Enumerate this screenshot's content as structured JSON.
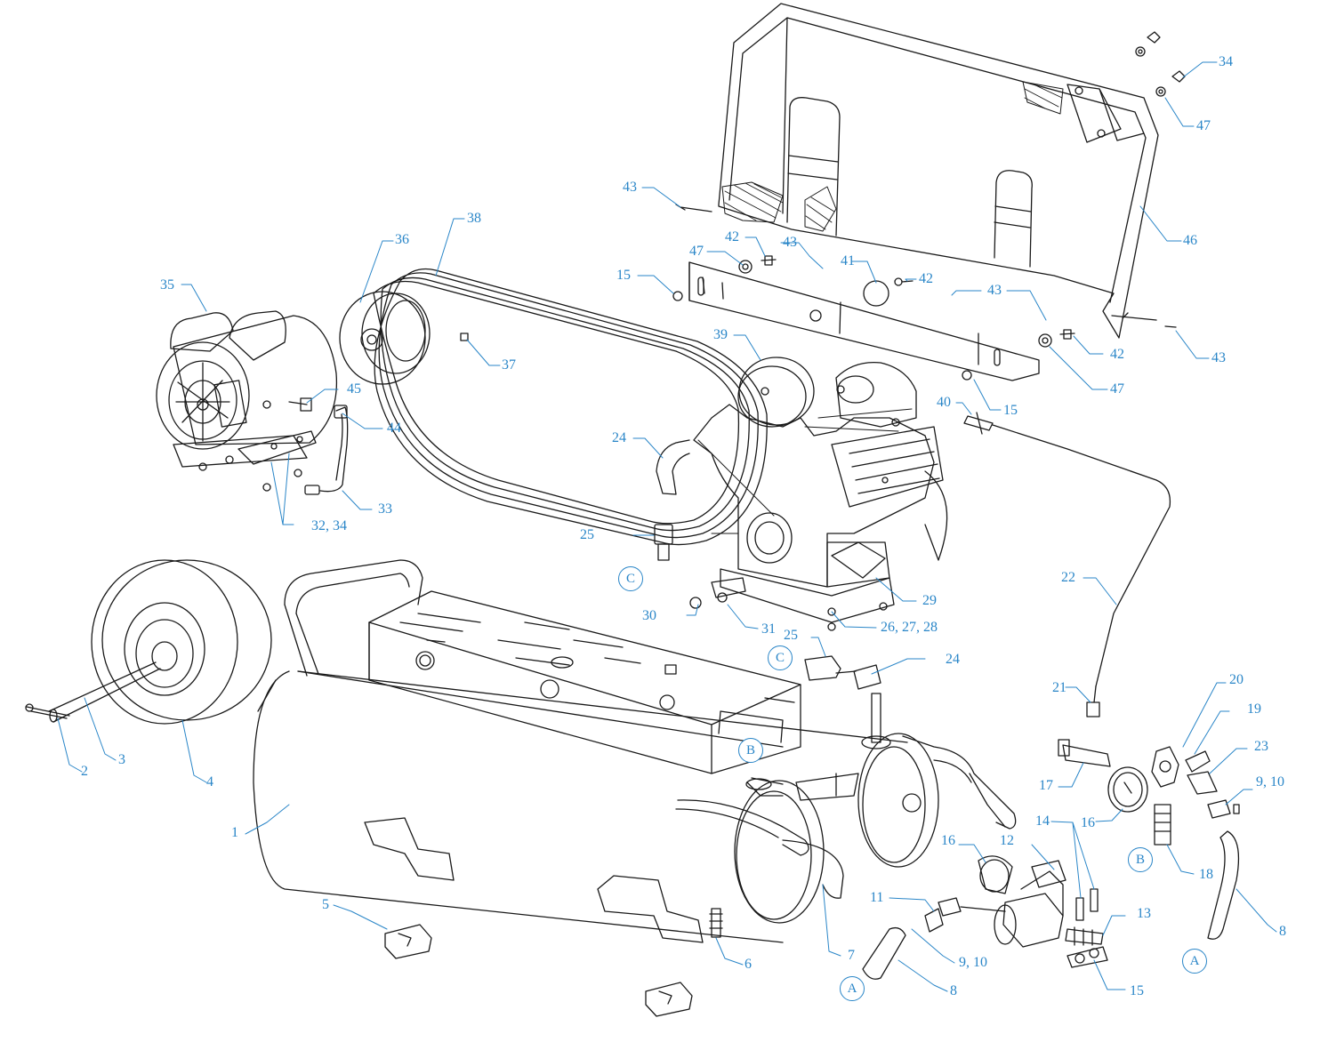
{
  "labels": {
    "l1": "1",
    "l2": "2",
    "l3": "3",
    "l4": "4",
    "l5": "5",
    "l6": "6",
    "l7": "7",
    "l8a": "8",
    "l8b": "8",
    "l9a": "9, 10",
    "l9b": "9, 10",
    "l11": "11",
    "l12": "12",
    "l13": "13",
    "l14": "14",
    "l15a": "15",
    "l15b": "15",
    "l15c": "15",
    "l16a": "16",
    "l16b": "16",
    "l17": "17",
    "l18": "18",
    "l19": "19",
    "l20": "20",
    "l21": "21",
    "l22": "22",
    "l23": "23",
    "l24a": "24",
    "l24b": "24",
    "l25a": "25",
    "l25b": "25",
    "l26": "26, 27, 28",
    "l29": "29",
    "l30": "30",
    "l31": "31",
    "l32": "32, 34",
    "l33": "33",
    "l34": "34",
    "l35": "35",
    "l36": "36",
    "l37": "37",
    "l38": "38",
    "l39": "39",
    "l40": "40",
    "l41": "41",
    "l42a": "42",
    "l42b": "42",
    "l42c": "42",
    "l43a": "43",
    "l43b": "43",
    "l43c": "43",
    "l43d": "43",
    "l44": "44",
    "l45": "45",
    "l46": "46",
    "l47a": "47",
    "l47b": "47",
    "l47c": "47"
  },
  "connectors": {
    "ca1": "A",
    "ca2": "A",
    "cb1": "B",
    "cb2": "B",
    "cc1": "C",
    "cc2": "C"
  },
  "colors": {
    "label": "#2a86c8",
    "line": "#1a1a1a"
  }
}
